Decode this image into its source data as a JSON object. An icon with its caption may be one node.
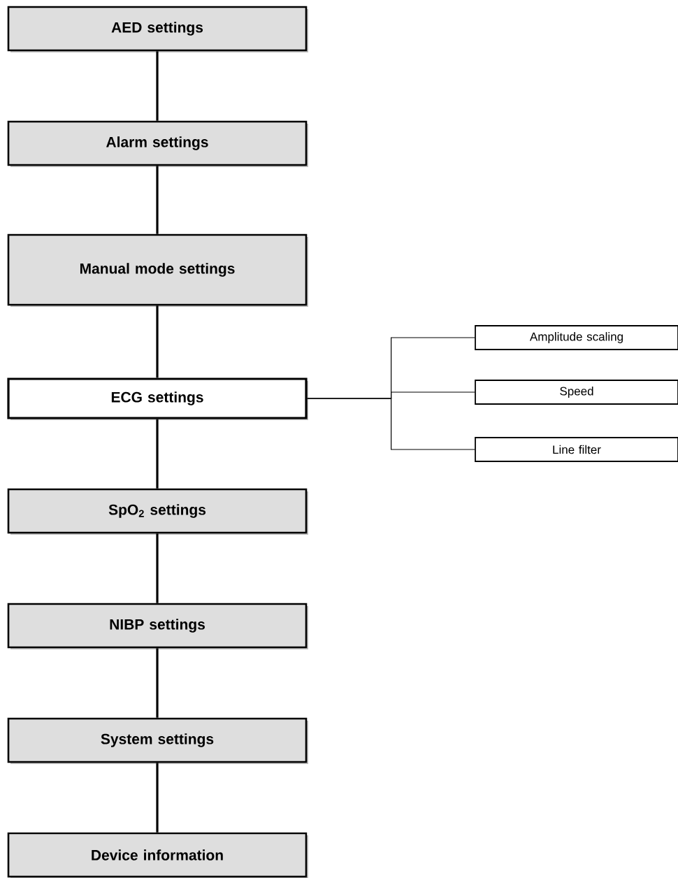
{
  "diagram": {
    "nodes": [
      {
        "text": [
          "AED settings"
        ]
      },
      {
        "text": [
          "Alarm settings"
        ]
      },
      {
        "text": [
          "Manual mode settings"
        ]
      },
      {
        "text": [
          "ECG settings"
        ]
      },
      {
        "text": [
          "Amplitude scaling"
        ]
      },
      {
        "text": [
          "Speed"
        ]
      },
      {
        "text": [
          "Line filter"
        ]
      },
      {
        "text": [
          "SpO$_{2}$ settings"
        ]
      },
      {
        "text": [
          "NIBP settings"
        ]
      },
      {
        "text": [
          "System settings"
        ]
      },
      {
        "text": [
          "Device information"
        ]
      }
    ],
    "edges": [
      {
        "from": 0,
        "to": 1,
        "arrow": "none"
      },
      {
        "from": 1,
        "to": 2,
        "arrow": "none"
      },
      {
        "from": 2,
        "to": 3,
        "arrow": "none"
      },
      {
        "from": 3,
        "to": 4,
        "arrow": "none"
      },
      {
        "from": 3,
        "to": 5,
        "arrow": "none"
      },
      {
        "from": 3,
        "to": 6,
        "arrow": "none"
      },
      {
        "from": 3,
        "to": 7,
        "arrow": "none"
      },
      {
        "from": 7,
        "to": 8,
        "arrow": "none"
      },
      {
        "from": 8,
        "to": 9,
        "arrow": "none"
      },
      {
        "from": 9,
        "to": 10,
        "arrow": "none"
      }
    ]
  }
}
